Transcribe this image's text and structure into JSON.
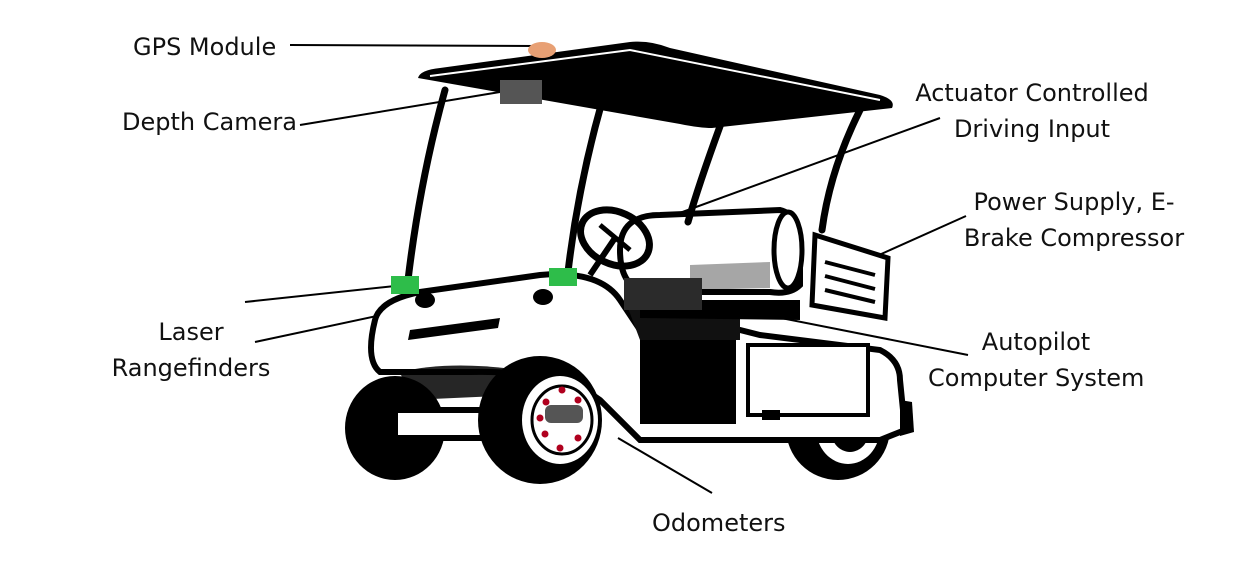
{
  "labels": {
    "gps": "GPS Module",
    "depth_camera": "Depth Camera",
    "actuator": [
      "Actuator Controlled",
      "Driving Input"
    ],
    "power": [
      "Power Supply, E-",
      "Brake Compressor"
    ],
    "laser": [
      "Laser",
      "Rangefinders"
    ],
    "autopilot": [
      "Autopilot",
      "Computer System"
    ],
    "odometers": "Odometers"
  },
  "colors": {
    "text": "#111111",
    "outline": "#000000",
    "gps_module": "#e8a074",
    "depth_camera": "#555555",
    "rangefinder": "#2ebd4a",
    "computer": "#2b2b2b",
    "odometer_dot": "#b0001e"
  }
}
